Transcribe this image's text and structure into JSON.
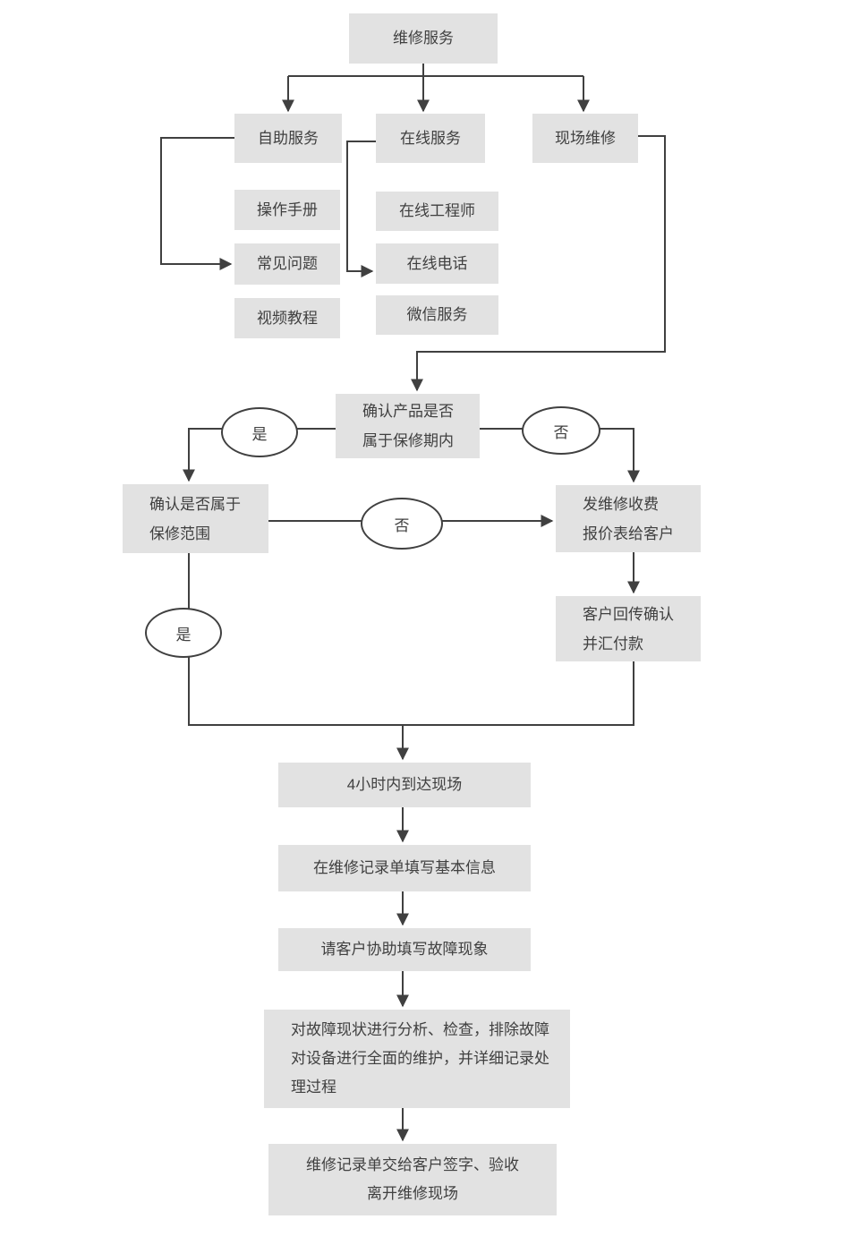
{
  "diagram": {
    "type": "flowchart",
    "colors": {
      "node_fill": "#e2e2e2",
      "line": "#404040",
      "text": "#404040",
      "decision_fill": "#ffffff",
      "background": "#ffffff"
    },
    "nodes": {
      "repair_service": {
        "label": "维修服务"
      },
      "self_service": {
        "label": "自助服务"
      },
      "online_service": {
        "label": "在线服务"
      },
      "onsite_repair": {
        "label": "现场维修"
      },
      "manual": {
        "label": "操作手册"
      },
      "faq": {
        "label": "常见问题"
      },
      "video": {
        "label": "视频教程"
      },
      "engineer": {
        "label": "在线工程师"
      },
      "phone": {
        "label": "在线电话"
      },
      "wechat": {
        "label": "微信服务"
      },
      "confirm_period": {
        "lines": [
          "确认产品是否",
          "属于保修期内"
        ]
      },
      "confirm_scope": {
        "lines": [
          "确认是否属于",
          "保修范围"
        ]
      },
      "send_quote": {
        "lines": [
          "发维修收费",
          "报价表给客户"
        ]
      },
      "customer_confirm": {
        "lines": [
          "客户回传确认",
          "并汇付款"
        ]
      },
      "arrive": {
        "label": "4小时内到达现场"
      },
      "fill_info": {
        "label": "在维修记录单填写基本信息"
      },
      "fill_fault": {
        "label": "请客户协助填写故障现象"
      },
      "analyze": {
        "lines": [
          "对故障现状进行分析、检查，排除故障",
          "对设备进行全面的维护，并详细记录处",
          "理过程"
        ]
      },
      "sign_leave": {
        "lines": [
          "维修记录单交给客户签字、验收",
          "离开维修现场"
        ]
      }
    },
    "decisions": {
      "yes_top": {
        "label": "是"
      },
      "no_top": {
        "label": "否"
      },
      "no_mid": {
        "label": "否"
      },
      "yes_bottom": {
        "label": "是"
      }
    }
  }
}
